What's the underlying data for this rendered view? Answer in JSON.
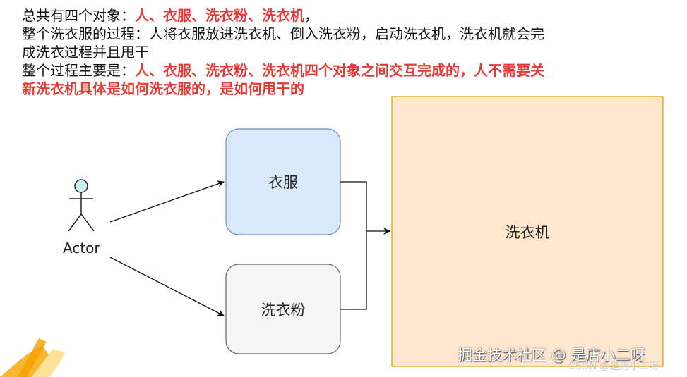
{
  "intro": {
    "line1_prefix": "总共有四个对象：",
    "line1_highlight": "人、衣服、洗衣粉、洗衣机",
    "line1_suffix": "，",
    "line2": "整个洗衣服的过程：人将衣服放进洗衣机、倒入洗衣粉，启动洗衣机，洗衣机就会完",
    "line3": "成洗衣过程并且甩干",
    "line4_prefix": "整个过程主要是：",
    "line4_highlight": "人、衣服、洗衣粉、洗衣机四个对象之间交互完成的，人不需要关",
    "line5_highlight": "新洗衣机具体是如何洗衣服的，是如何甩干的"
  },
  "diagram": {
    "actor_label": "Actor",
    "node_clothes": "衣服",
    "node_detergent": "洗衣粉",
    "node_washer": "洗衣机"
  },
  "colors": {
    "highlight": "#e53935",
    "clothes_fill": "#dae8fc",
    "clothes_stroke": "#6c8ebf",
    "detergent_fill": "#f5f5f5",
    "detergent_stroke": "#666666",
    "washer_fill": "#ffe6cc",
    "washer_stroke": "#d79b00",
    "actor_head_fill": "#ccf2f0"
  },
  "watermark": {
    "main": "掘金技术社区 @ 是店小二呀",
    "csdn": "CSDN @是店小二呀"
  }
}
